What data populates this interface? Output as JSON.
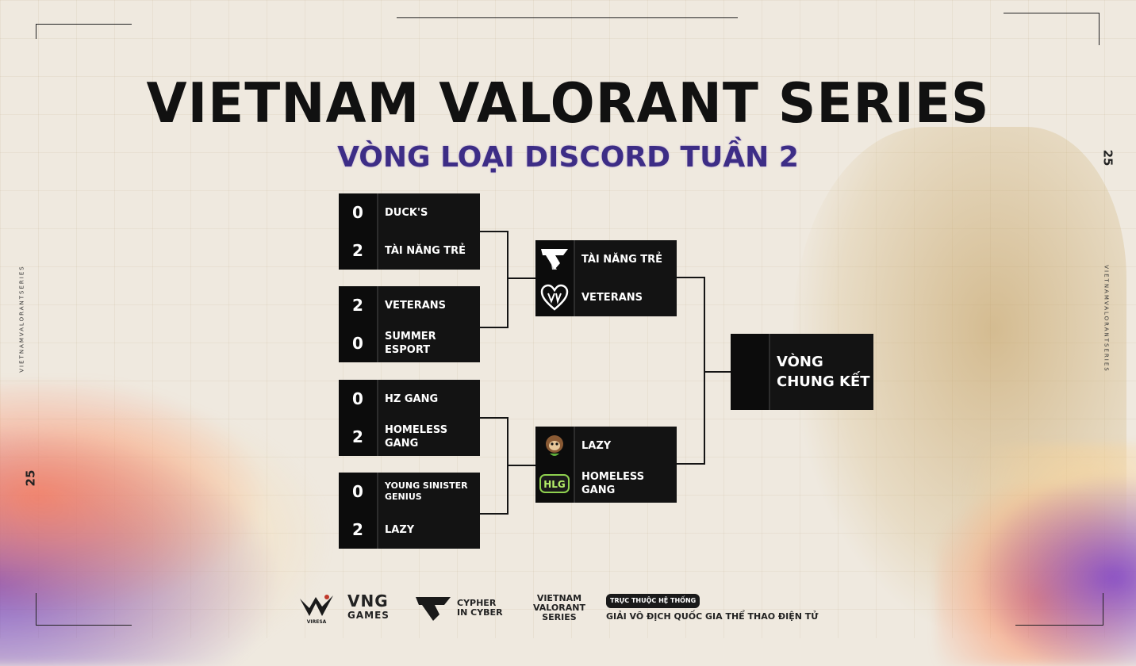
{
  "header": {
    "title": "VIETNAM VALORANT SERIES",
    "subtitle": "VÒNG LOẠI DISCORD TUẦN 2"
  },
  "side": {
    "number": "25",
    "vertical_text": "VIETNAMVALORANTSERIES"
  },
  "round1": [
    {
      "teams": [
        {
          "name": "DUCK'S",
          "score": "0"
        },
        {
          "name": "TÀI NĂNG TRẺ",
          "score": "2"
        }
      ]
    },
    {
      "teams": [
        {
          "name": "VETERANS",
          "score": "2"
        },
        {
          "name": "SUMMER ESPORT",
          "score": "0"
        }
      ]
    },
    {
      "teams": [
        {
          "name": "HZ GANG",
          "score": "0"
        },
        {
          "name": "HOMELESS GANG",
          "score": "2"
        }
      ]
    },
    {
      "teams": [
        {
          "name": "YOUNG SINISTER GENIUS",
          "score": "0"
        },
        {
          "name": "LAZY",
          "score": "2"
        }
      ]
    }
  ],
  "round2": [
    {
      "teams": [
        {
          "name": "TÀI NĂNG TRẺ",
          "logo": "tnt-logo-icon"
        },
        {
          "name": "VETERANS",
          "logo": "veterans-logo-icon"
        }
      ]
    },
    {
      "teams": [
        {
          "name": "LAZY",
          "logo": "lazy-logo-icon"
        },
        {
          "name": "HOMELESS GANG",
          "logo": "hlg-logo-icon"
        }
      ]
    }
  ],
  "final": {
    "label": "VÒNG CHUNG KẾT"
  },
  "footer": {
    "vng_line1": "VNG",
    "vng_line2": "GAMES",
    "cypher_line1": "CYPHER",
    "cypher_line2": "IN CYBER",
    "vvs_line1": "VIETNAM",
    "vvs_line2": "VALORANT",
    "vvs_line3": "SERIES",
    "system_tag": "TRỰC THUỘC HỆ THỐNG",
    "system_name": "GIẢI VÔ ĐỊCH QUỐC GIA THỂ THAO ĐIỆN TỬ",
    "viresa_label": "VIRESA"
  },
  "colors": {
    "background": "#efe9df",
    "card": "#131313",
    "subtitle": "#3d2d86",
    "accent_gold": "#c9a15a"
  }
}
